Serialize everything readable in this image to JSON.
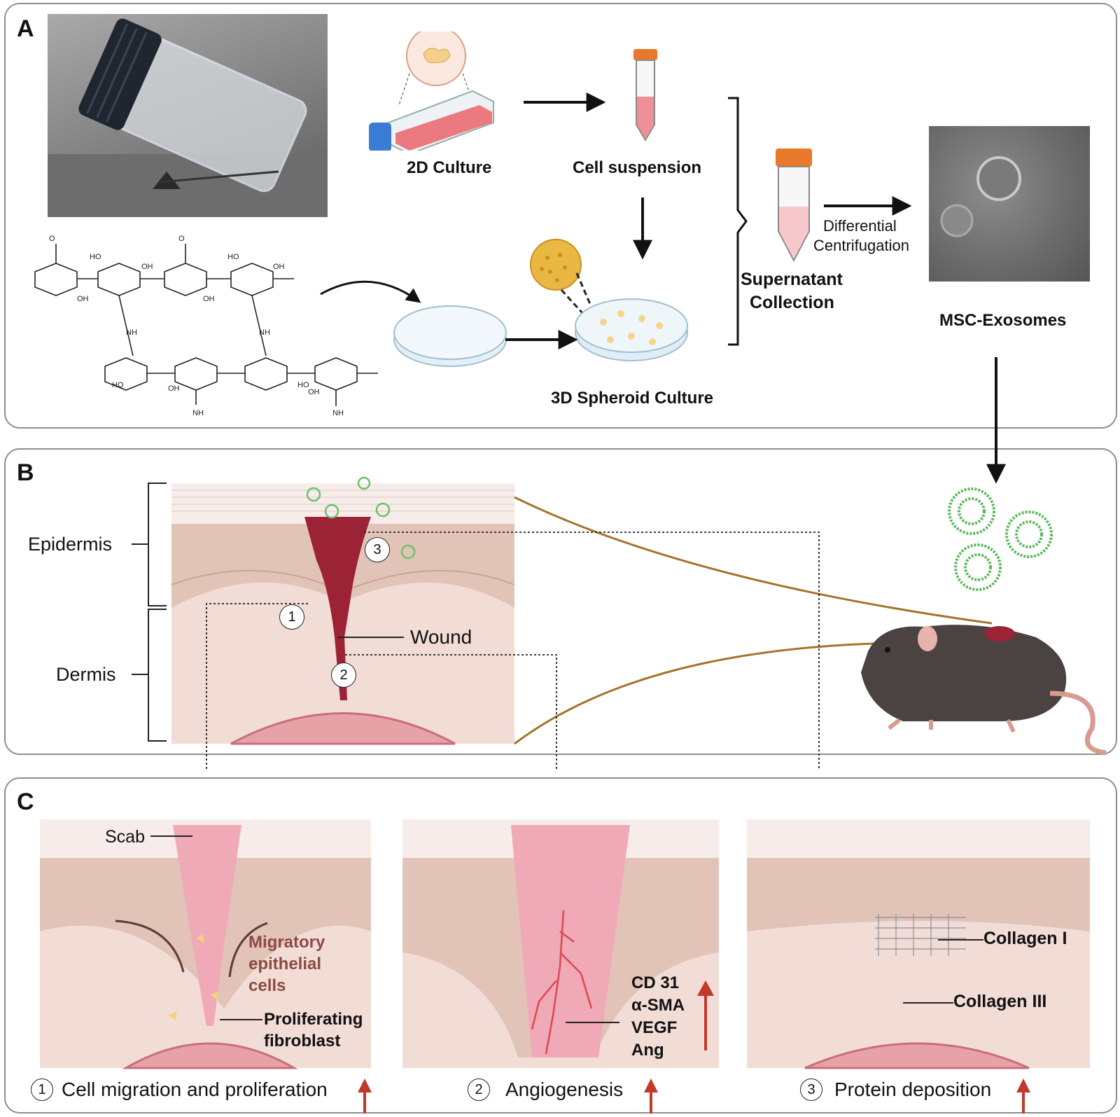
{
  "panels": {
    "a": "A",
    "b": "B",
    "c": "C"
  },
  "panel_a": {
    "culture_2d": "2D Culture",
    "cell_suspension": "Cell suspension",
    "spheroid_3d": "3D Spheroid Culture",
    "supernatant_line1": "Supernatant",
    "supernatant_line2": "Collection",
    "centrifugation_line1": "Differential",
    "centrifugation_line2": "Centrifugation",
    "exosomes": "MSC-Exosomes"
  },
  "panel_b": {
    "epidermis": "Epidermis",
    "dermis": "Dermis",
    "wound": "Wound",
    "markers": [
      "1",
      "2",
      "3"
    ]
  },
  "panel_c": {
    "scab": "Scab",
    "migratory_line1": "Migratory",
    "migratory_line2": "epithelial",
    "migratory_line3": "cells",
    "fibroblast_line1": "Proliferating",
    "fibroblast_line2": "fibroblast",
    "angio_markers": [
      "CD 31",
      "α-SMA",
      "VEGF",
      "Ang"
    ],
    "collagen_1": "Collagen I",
    "collagen_3": "Collagen III",
    "captions": [
      {
        "num": "1",
        "text": "Cell migration and proliferation"
      },
      {
        "num": "2",
        "text": "Angiogenesis"
      },
      {
        "num": "3",
        "text": "Protein deposition"
      }
    ]
  },
  "colors": {
    "panel_border": "#8e8e8e",
    "skin_surface": "#f4e6e2",
    "epidermis": "#e2c3b8",
    "dermis": "#f2dcd6",
    "wound": "#9b2335",
    "scab": "#f0a9b6",
    "up_arrow": "#c0392b",
    "exosome": "#5cb85c",
    "tube_cap": "#e8792b",
    "flask_cap": "#3a7bd5"
  }
}
